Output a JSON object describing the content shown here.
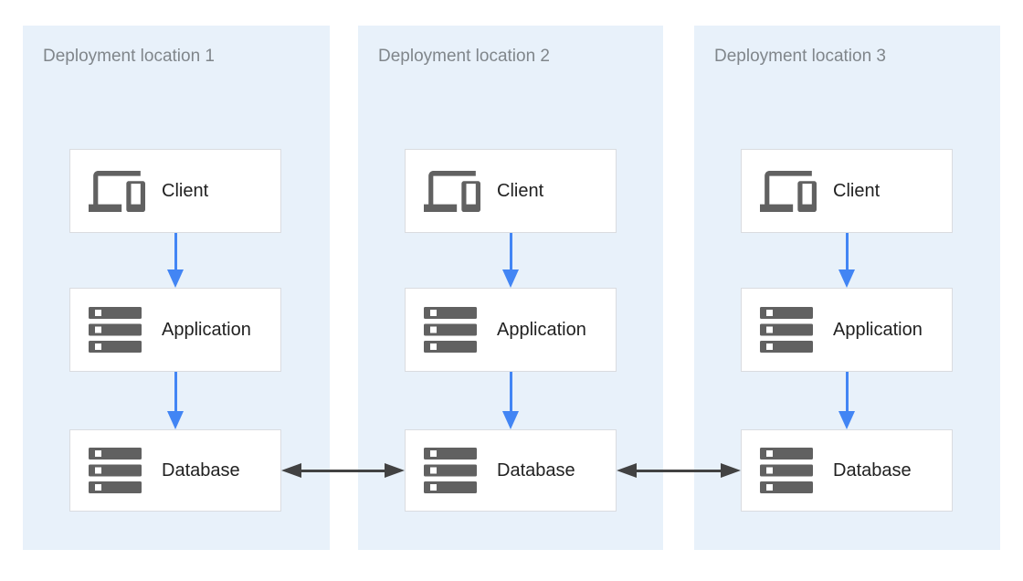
{
  "panels": [
    {
      "title": "Deployment location 1",
      "nodes": [
        {
          "label": "Client",
          "icon": "devices-icon"
        },
        {
          "label": "Application",
          "icon": "server-stack-icon"
        },
        {
          "label": "Database",
          "icon": "server-stack-icon"
        }
      ]
    },
    {
      "title": "Deployment location 2",
      "nodes": [
        {
          "label": "Client",
          "icon": "devices-icon"
        },
        {
          "label": "Application",
          "icon": "server-stack-icon"
        },
        {
          "label": "Database",
          "icon": "server-stack-icon"
        }
      ]
    },
    {
      "title": "Deployment location 3",
      "nodes": [
        {
          "label": "Client",
          "icon": "devices-icon"
        },
        {
          "label": "Application",
          "icon": "server-stack-icon"
        },
        {
          "label": "Database",
          "icon": "server-stack-icon"
        }
      ]
    }
  ],
  "connections": {
    "vertical_flow": [
      "Client -> Application (blue arrow, each location)",
      "Application -> Database (blue arrow, each location)"
    ],
    "horizontal_replication": [
      "Database 1 <-> Database 2 (double-headed dark arrow)",
      "Database 2 <-> Database 3 (double-headed dark arrow)"
    ]
  },
  "colors": {
    "panel_bg": "#E8F1FA",
    "node_bg": "#FFFFFF",
    "node_border": "#DADCE0",
    "title_text": "#80868B",
    "label_text": "#212121",
    "icon_gray": "#616161",
    "flow_arrow_blue": "#4285F4",
    "replication_arrow_dark": "#424242"
  }
}
